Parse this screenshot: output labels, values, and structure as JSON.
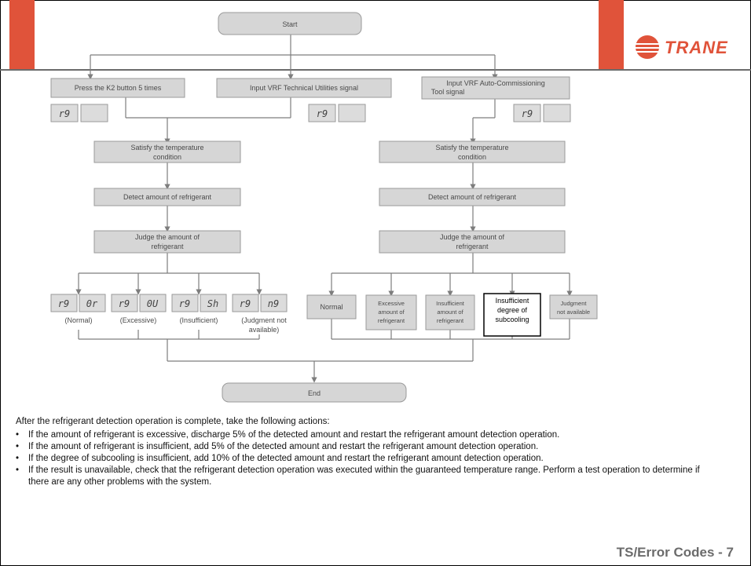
{
  "flow": {
    "start": "Start",
    "end": "End",
    "left_branch": {
      "trigger": "Press the K2 button 5 times",
      "satisfy": "Satisfy the temperature condition",
      "detect": "Detect amount of refrigerant",
      "judge": "Judge the amount of refrigerant"
    },
    "middle_branch": {
      "trigger": "Input VRF Technical Utilities signal"
    },
    "right_branch": {
      "trigger": "Input VRF Auto-Commissioning Tool signal",
      "satisfy": "Satisfy the temperature condition",
      "detect": "Detect amount of refrigerant",
      "judge": "Judge the amount of refrigerant"
    },
    "display_code": "r9",
    "left_results": [
      {
        "code1": "r9",
        "code2": "0r",
        "label": "(Normal)"
      },
      {
        "code1": "r9",
        "code2": "0U",
        "label": "(Excessive)"
      },
      {
        "code1": "r9",
        "code2": "Sh",
        "label": "(Insufficient)"
      },
      {
        "code1": "r9",
        "code2": "n9",
        "label": "(Judgment not available)"
      }
    ],
    "right_results": [
      {
        "label": "Normal"
      },
      {
        "label": "Excessive amount of refrigerant"
      },
      {
        "label": "Insufficient amount of refrigerant"
      },
      {
        "label": "Insufficient degree of subcooling",
        "highlighted": true
      },
      {
        "label": "Judgment not available"
      }
    ]
  },
  "notes": {
    "intro": "After the refrigerant detection operation is complete, take the following actions:",
    "items": [
      "If the amount of refrigerant is excessive, discharge 5% of the detected amount and restart the refrigerant amount detection operation.",
      "If the amount of refrigerant is insufficient, add 5% of the detected amount and restart the refrigerant amount detection operation.",
      "If the degree of subcooling is insufficient, add 10% of the detected amount and restart the refrigerant amount detection operation.",
      "If the result is unavailable, check that the refrigerant detection operation was executed within the guaranteed temperature range.  Perform a test operation to determine if there are any other problems with the system."
    ]
  },
  "footer": "TS/Error Codes - 7",
  "logo": "TRANE",
  "colors": {
    "accent": "#e0533a",
    "box_fill": "#d6d6d6",
    "footer": "#6b6b6b"
  }
}
